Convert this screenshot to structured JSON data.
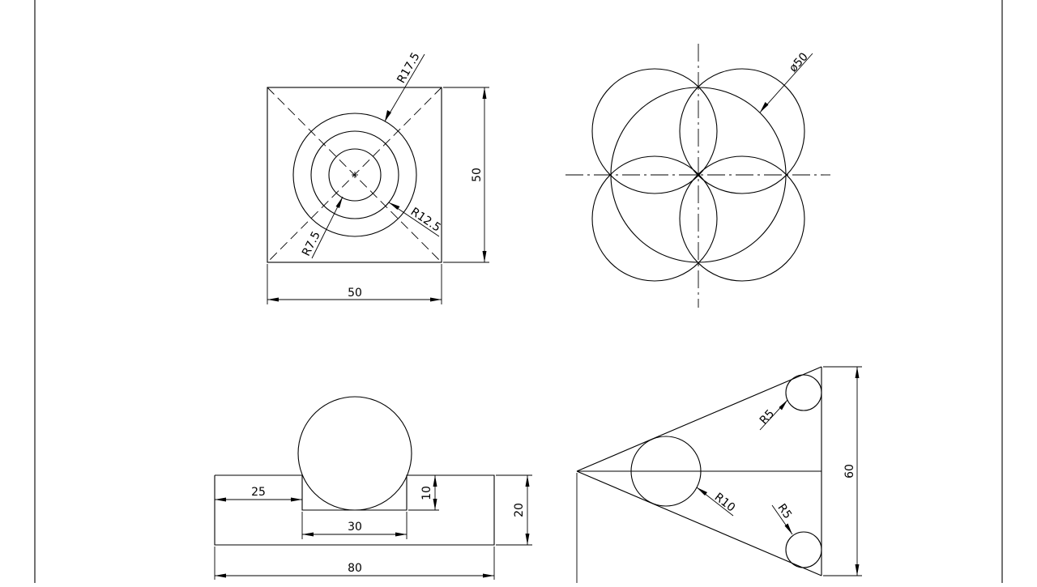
{
  "views": {
    "square": {
      "width_dim": "50",
      "height_dim": "50",
      "outer_radius": "R17.5",
      "middle_radius": "R12.5",
      "inner_radius": "R7.5"
    },
    "flower": {
      "diameter": "ø50"
    },
    "sphere_block": {
      "left_offset": "25",
      "slot_depth": "10",
      "slot_width": "30",
      "height": "20",
      "total_width": "80"
    },
    "triangle": {
      "large_radius": "R10",
      "top_radius": "R5",
      "bottom_radius": "R5",
      "height": "60"
    }
  }
}
